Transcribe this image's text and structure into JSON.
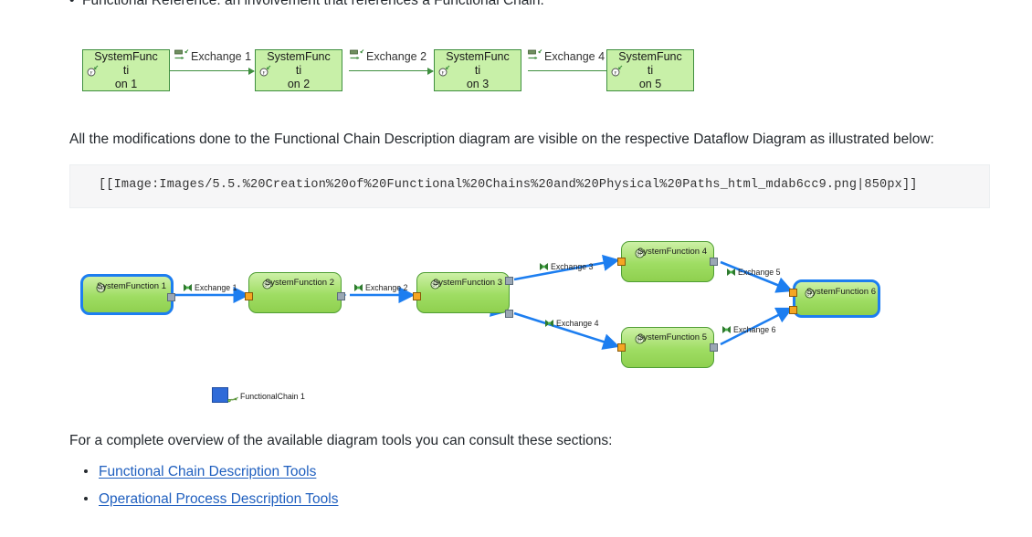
{
  "page": {
    "clipped_bullet": "Functional Reference: an involvement that references a Functional Chain.",
    "paragraph_1": "All the modifications done to the Functional Chain Description diagram are visible on the respective Dataflow Diagram as illustrated below:",
    "paragraph_2": "For a complete overview of the available diagram tools you can consult these sections:",
    "code_block": "[[Image:Images/5.5.%20Creation%20of%20Functional%20Chains%20and%20Physical%20Paths_html_mdab6cc9.png|850px]]"
  },
  "links": [
    {
      "label": "Functional Chain Description Tools"
    },
    {
      "label": "Operational Process Description Tools"
    }
  ],
  "functional_chain_diagram": {
    "nodes": [
      {
        "line1": "SystemFuncti",
        "line2": "on 1"
      },
      {
        "line1": "SystemFuncti",
        "line2": "on 2"
      },
      {
        "line1": "SystemFuncti",
        "line2": "on 3"
      },
      {
        "line1": "SystemFuncti",
        "line2": "on 5"
      }
    ],
    "exchanges": [
      {
        "label": "Exchange 1"
      },
      {
        "label": "Exchange 2"
      },
      {
        "label": "Exchange 4"
      }
    ]
  },
  "dataflow_diagram": {
    "nodes": [
      {
        "title": "SystemFunction 1",
        "highlighted": true
      },
      {
        "title": "SystemFunction 2",
        "highlighted": false
      },
      {
        "title": "SystemFunction 3",
        "highlighted": false
      },
      {
        "title": "SystemFunction 4",
        "highlighted": false
      },
      {
        "title": "SystemFunction 5",
        "highlighted": false
      },
      {
        "title": "SystemFunction 6",
        "highlighted": true
      }
    ],
    "exchanges": [
      {
        "label": "Exchange 1"
      },
      {
        "label": "Exchange 2"
      },
      {
        "label": "Exchange 3"
      },
      {
        "label": "Exchange 4"
      },
      {
        "label": "Exchange 5"
      },
      {
        "label": "Exchange 6"
      }
    ],
    "legend": {
      "label": "FunctionalChain 1",
      "color": "#2f6bd8"
    }
  },
  "colors": {
    "node_fill_top": "#cdf0a6",
    "node_fill_bottom": "#8fd04f",
    "node_border": "#4f9e34",
    "selection_blue": "#1d7ef0",
    "link_blue": "#1f5fbf",
    "port_in": "#f5a623",
    "port_out": "#9aa7b4",
    "code_bg": "#f6f6f7"
  }
}
